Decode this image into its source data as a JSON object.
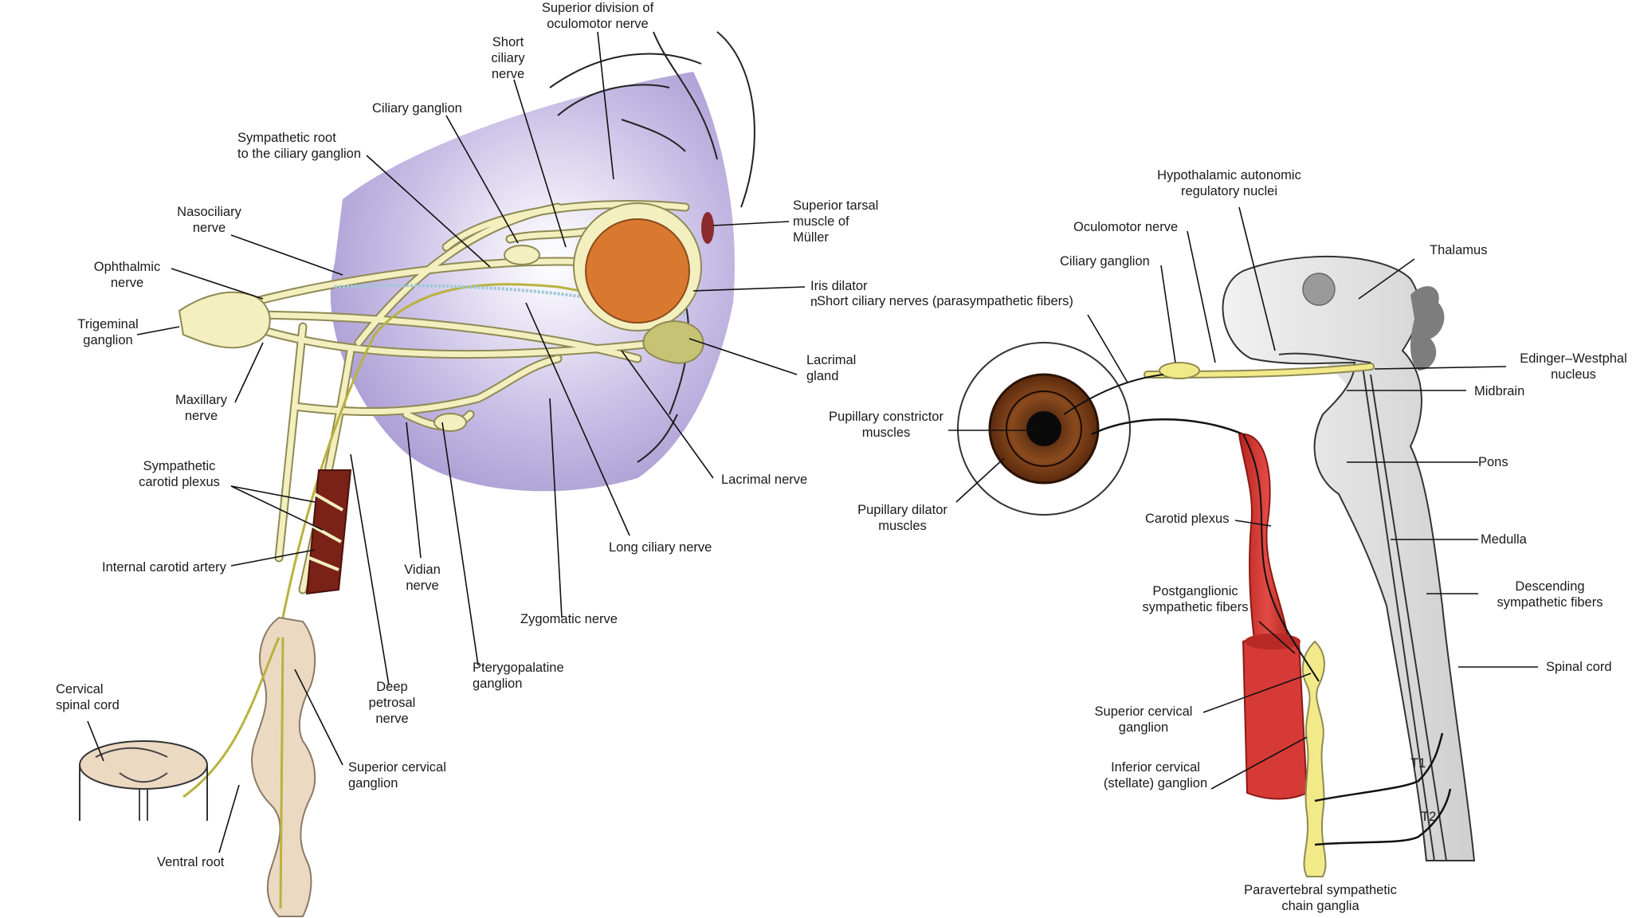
{
  "left_panel": {
    "labels": {
      "superior_division": "Superior division of\noculomotor nerve",
      "short_ciliary": "Short\nciliary\nnerve",
      "ciliary_ganglion": "Ciliary ganglion",
      "sympathetic_root": "Sympathetic root\nto the ciliary ganglion",
      "nasociliary": "Nasociliary\nnerve",
      "ophthalmic": "Ophthalmic\nnerve",
      "trigeminal": "Trigeminal\nganglion",
      "maxillary": "Maxillary\nnerve",
      "sympathetic_carotid": "Sympathetic\ncarotid plexus",
      "internal_carotid": "Internal carotid artery",
      "cervical_cord": "Cervical\nspinal cord",
      "ventral_root": "Ventral root",
      "superior_cervical": "Superior cervical\nganglion",
      "deep_petrosal": "Deep\npetrosal\nnerve",
      "vidian": "Vidian\nnerve",
      "pterygopalatine": "Pterygopalatine\nganglion",
      "zygomatic": "Zygomatic nerve",
      "long_ciliary": "Long ciliary nerve",
      "lacrimal_nerve": "Lacrimal nerve",
      "lacrimal_gland": "Lacrimal\ngland",
      "iris_dilator": "Iris dilator\nmuscle",
      "superior_tarsal": "Superior tarsal\nmuscle of\nMüller"
    }
  },
  "right_panel": {
    "labels": {
      "hypothalamic": "Hypothalamic autonomic\nregulatory nuclei",
      "oculomotor": "Oculomotor nerve",
      "ciliary_ganglion": "Ciliary ganglion",
      "short_ciliary": "Short ciliary nerves (parasympathetic fibers)",
      "thalamus": "Thalamus",
      "edinger": "Edinger–Westphal\nnucleus",
      "midbrain": "Midbrain",
      "pons": "Pons",
      "medulla": "Medulla",
      "descending": "Descending\nsympathetic fibers",
      "spinal_cord": "Spinal cord",
      "pupillary_constrictor": "Pupillary constrictor\nmuscles",
      "pupillary_dilator": "Pupillary dilator\nmuscles",
      "carotid_plexus": "Carotid plexus",
      "postganglionic": "Postganglionic\nsympathetic fibers",
      "superior_cervical": "Superior cervical\nganglion",
      "inferior_cervical": "Inferior cervical\n(stellate) ganglion",
      "paravertebral": "Paravertebral sympathetic\nchain ganglia",
      "t1": "T1",
      "t2": "T2"
    }
  },
  "colors": {
    "orbit_fill": "#b4a6d8",
    "nerve": "#f3efbf",
    "nerve_stroke": "#8f8a55",
    "eye_orange": "#d9792f",
    "artery_dark": "#7a2218",
    "artery_red": "#d63a36",
    "cord_tan": "#ecd9c2",
    "gland": "#c6c375",
    "iris_brown": "#6b3512",
    "brain_gray": "#e1e1e1",
    "ganglion_yellow": "#f2ea88"
  }
}
